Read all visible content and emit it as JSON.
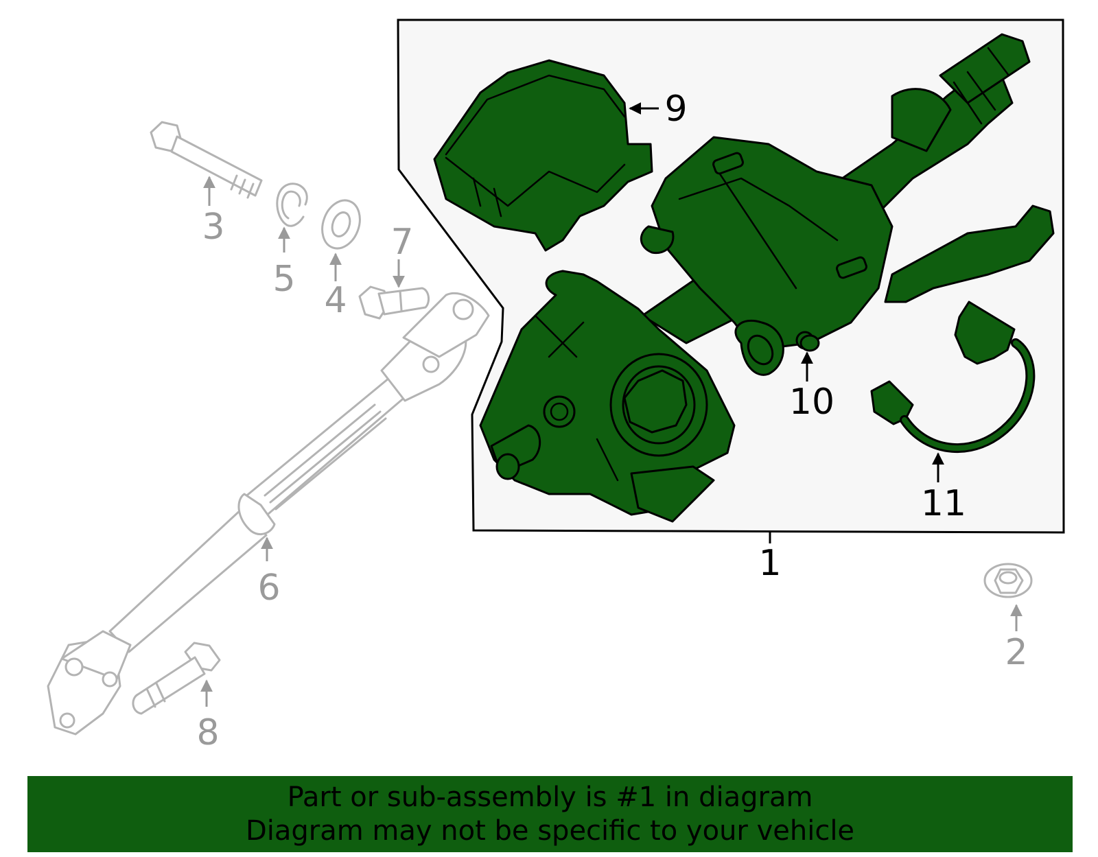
{
  "callouts": {
    "c1": "1",
    "c2": "2",
    "c3": "3",
    "c4": "4",
    "c5": "5",
    "c6": "6",
    "c7": "7",
    "c8": "8",
    "c9": "9",
    "c10": "10",
    "c11": "11"
  },
  "banner": {
    "line1": "Part or sub-assembly is #1 in diagram",
    "line2": "Diagram may not be specific to your vehicle"
  },
  "colors": {
    "highlight": "#0f5e0f",
    "inset_background": "#f7f7f7",
    "ghost_outline": "#b3b3b3",
    "grey_callout": "#9a9a9a"
  }
}
